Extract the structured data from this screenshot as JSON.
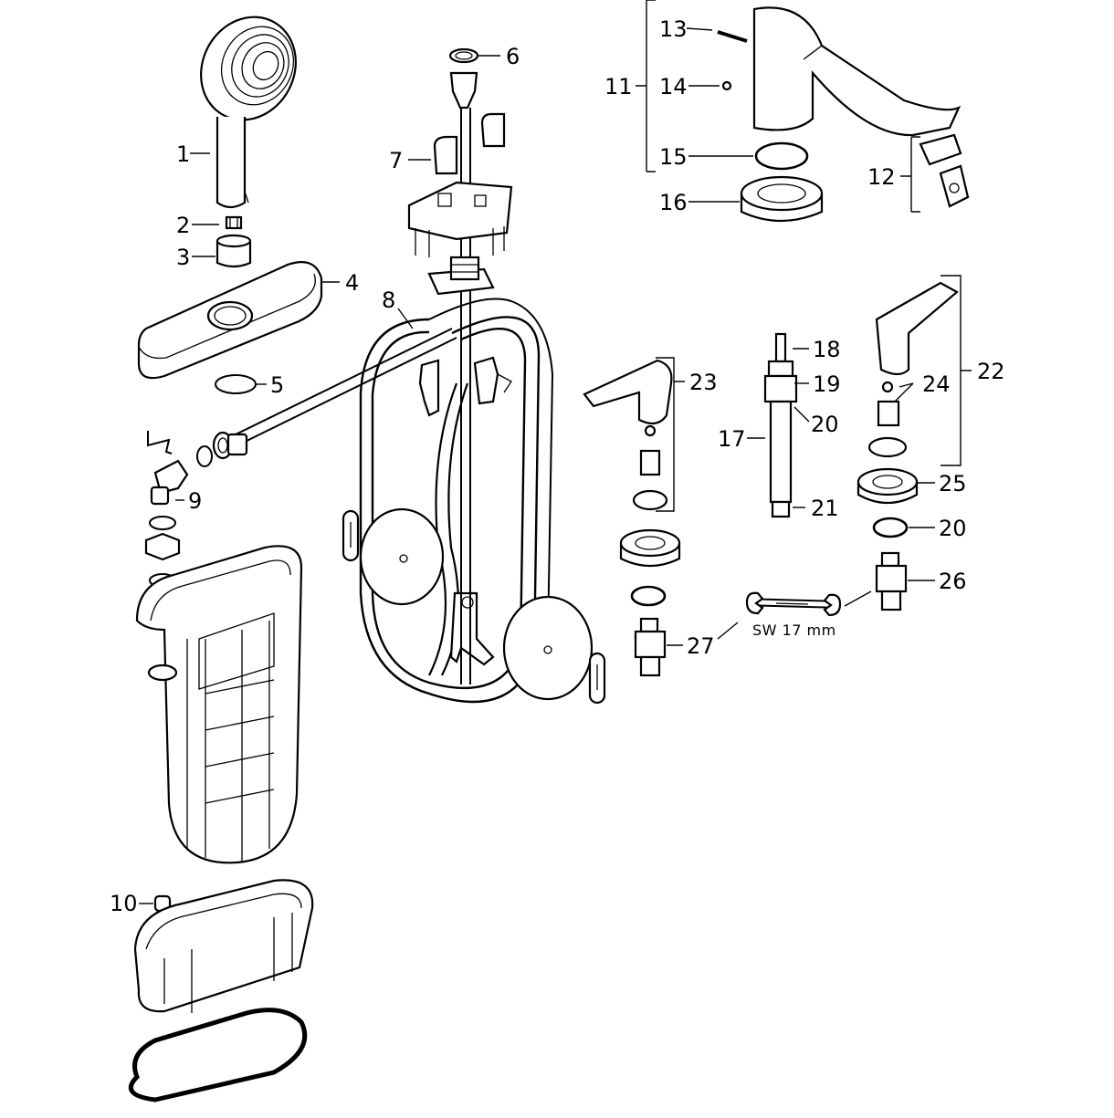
{
  "diagram": {
    "callouts": {
      "p1": "1",
      "p2": "2",
      "p3": "3",
      "p4": "4",
      "p5": "5",
      "p6": "6",
      "p7": "7",
      "p8": "8",
      "p9": "9",
      "p10": "10",
      "p11": "11",
      "p12": "12",
      "p13": "13",
      "p14": "14",
      "p15": "15",
      "p16": "16",
      "p17": "17",
      "p18": "18",
      "p19": "19",
      "p20a": "20",
      "p20b": "20",
      "p21": "21",
      "p22": "22",
      "p23": "23",
      "p24": "24",
      "p25": "25",
      "p26": "26",
      "p27": "27"
    },
    "wrench_label": "SW 17 mm"
  }
}
